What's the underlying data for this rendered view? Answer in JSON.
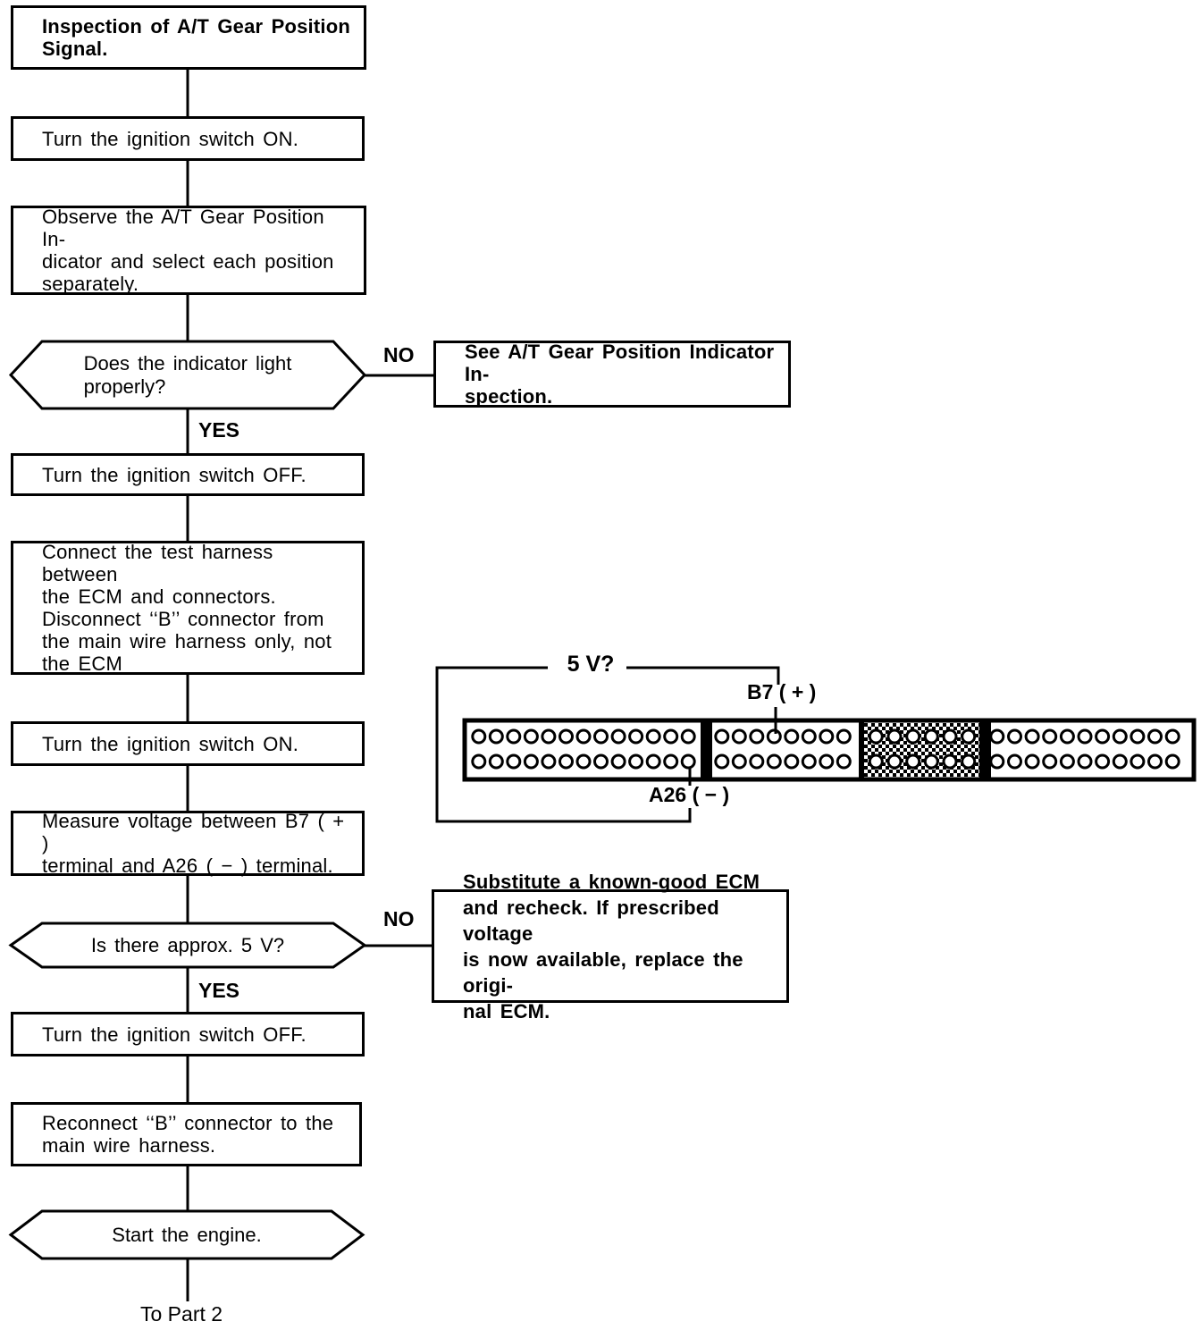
{
  "doc": {
    "title": "Inspection of A/T Gear Position Signal flowchart, Part 1"
  },
  "flow": {
    "steps": {
      "s1": "Inspection of A/T Gear Position\nSignal.",
      "s2": "Turn the ignition switch ON.",
      "s3": "Observe the A/T Gear Position In-\ndicator and select each position\nseparately.",
      "s4": "Turn the ignition switch OFF.",
      "s5": "Connect the test harness between\nthe ECM and connectors.\nDisconnect ‘‘B’’ connector from\nthe main wire harness only, not\nthe ECM",
      "s6": "Turn the ignition switch ON.",
      "s7": "Measure voltage between B7 ( + )\nterminal and A26 ( − ) terminal.",
      "s8": "Turn the ignition switch OFF.",
      "s9": "Reconnect ‘‘B’’ connector to the\nmain wire harness."
    },
    "decisions": {
      "d1": "Does the indicator light\nproperly?",
      "d2": "Is there approx. 5 V?",
      "d3": "Start the engine."
    },
    "results": {
      "r1": "See A/T Gear Position Indicator In-\nspection.",
      "r2": "Substitute a known-good ECM\nand recheck. If prescribed voltage\nis now available, replace the origi-\nnal ECM."
    },
    "labels": {
      "yes": "YES",
      "no": "NO",
      "continue": "To Part 2"
    }
  },
  "connector": {
    "measure_label": "5 V?",
    "positive_pin": "B7 ( + )",
    "negative_pin": "A26 ( − )",
    "rows_y": [
      824,
      852
    ],
    "pin_radius": 7,
    "blocks": [
      {
        "name": "A",
        "pins_per_row": 13,
        "rows": 2,
        "shaded": false
      },
      {
        "name": "B",
        "pins_per_row": 8,
        "rows": 2,
        "shaded": false
      },
      {
        "name": "C",
        "pins_per_row": 6,
        "rows": 2,
        "shaded": true
      },
      {
        "name": "D",
        "pins_per_row": 11,
        "rows": 2,
        "shaded": false
      }
    ]
  },
  "colors": {
    "ink": "#000000",
    "paper": "#ffffff"
  }
}
